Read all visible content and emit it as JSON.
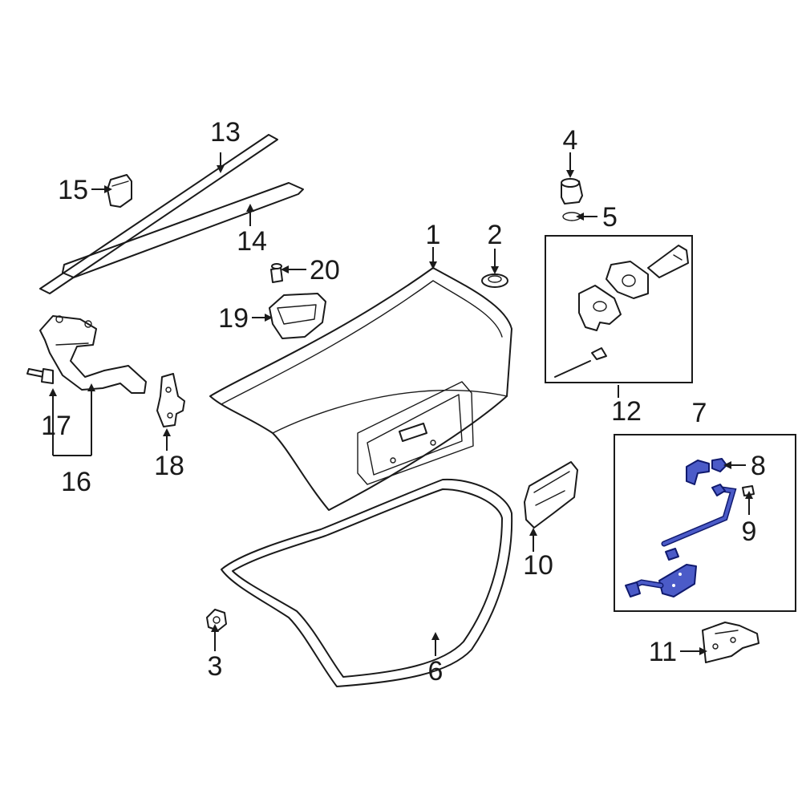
{
  "diagram": {
    "highlight_color": "#4b5bc8",
    "callouts": [
      {
        "id": "1",
        "label": "1"
      },
      {
        "id": "2",
        "label": "2"
      },
      {
        "id": "3",
        "label": "3"
      },
      {
        "id": "4",
        "label": "4"
      },
      {
        "id": "5",
        "label": "5"
      },
      {
        "id": "6",
        "label": "6"
      },
      {
        "id": "7",
        "label": "7"
      },
      {
        "id": "8",
        "label": "8"
      },
      {
        "id": "9",
        "label": "9"
      },
      {
        "id": "10",
        "label": "10"
      },
      {
        "id": "11",
        "label": "11"
      },
      {
        "id": "12",
        "label": "12"
      },
      {
        "id": "13",
        "label": "13"
      },
      {
        "id": "14",
        "label": "14"
      },
      {
        "id": "15",
        "label": "15"
      },
      {
        "id": "16",
        "label": "16"
      },
      {
        "id": "17",
        "label": "17"
      },
      {
        "id": "18",
        "label": "18"
      },
      {
        "id": "19",
        "label": "19"
      },
      {
        "id": "20",
        "label": "20"
      }
    ]
  }
}
